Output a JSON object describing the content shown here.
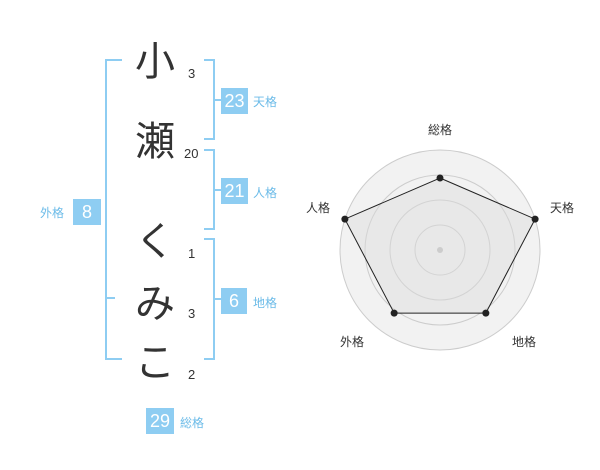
{
  "name": {
    "characters": [
      {
        "char": "小",
        "strokes": "3"
      },
      {
        "char": "瀬",
        "strokes": "20"
      },
      {
        "char": "く",
        "strokes": "1"
      },
      {
        "char": "み",
        "strokes": "3"
      },
      {
        "char": "こ",
        "strokes": "2"
      }
    ]
  },
  "kakusu": {
    "tenkaku": {
      "value": "23",
      "label": "天格"
    },
    "jinkaku": {
      "value": "21",
      "label": "人格"
    },
    "chikaku": {
      "value": "6",
      "label": "地格"
    },
    "gaikaku": {
      "value": "8",
      "label": "外格"
    },
    "soukaku": {
      "value": "29",
      "label": "総格"
    }
  },
  "colors": {
    "accent": "#8ecdf2",
    "accent_text": "#6bbbe8",
    "text": "#333333",
    "radar_fill": "#f2f2f2",
    "radar_ring": "#cccccc",
    "radar_line": "#222222"
  },
  "chart_data": {
    "type": "radar",
    "axes": [
      "総格",
      "天格",
      "地格",
      "外格",
      "人格"
    ],
    "values": [
      0.72,
      1.0,
      0.78,
      0.78,
      1.0
    ],
    "rings": 4
  }
}
